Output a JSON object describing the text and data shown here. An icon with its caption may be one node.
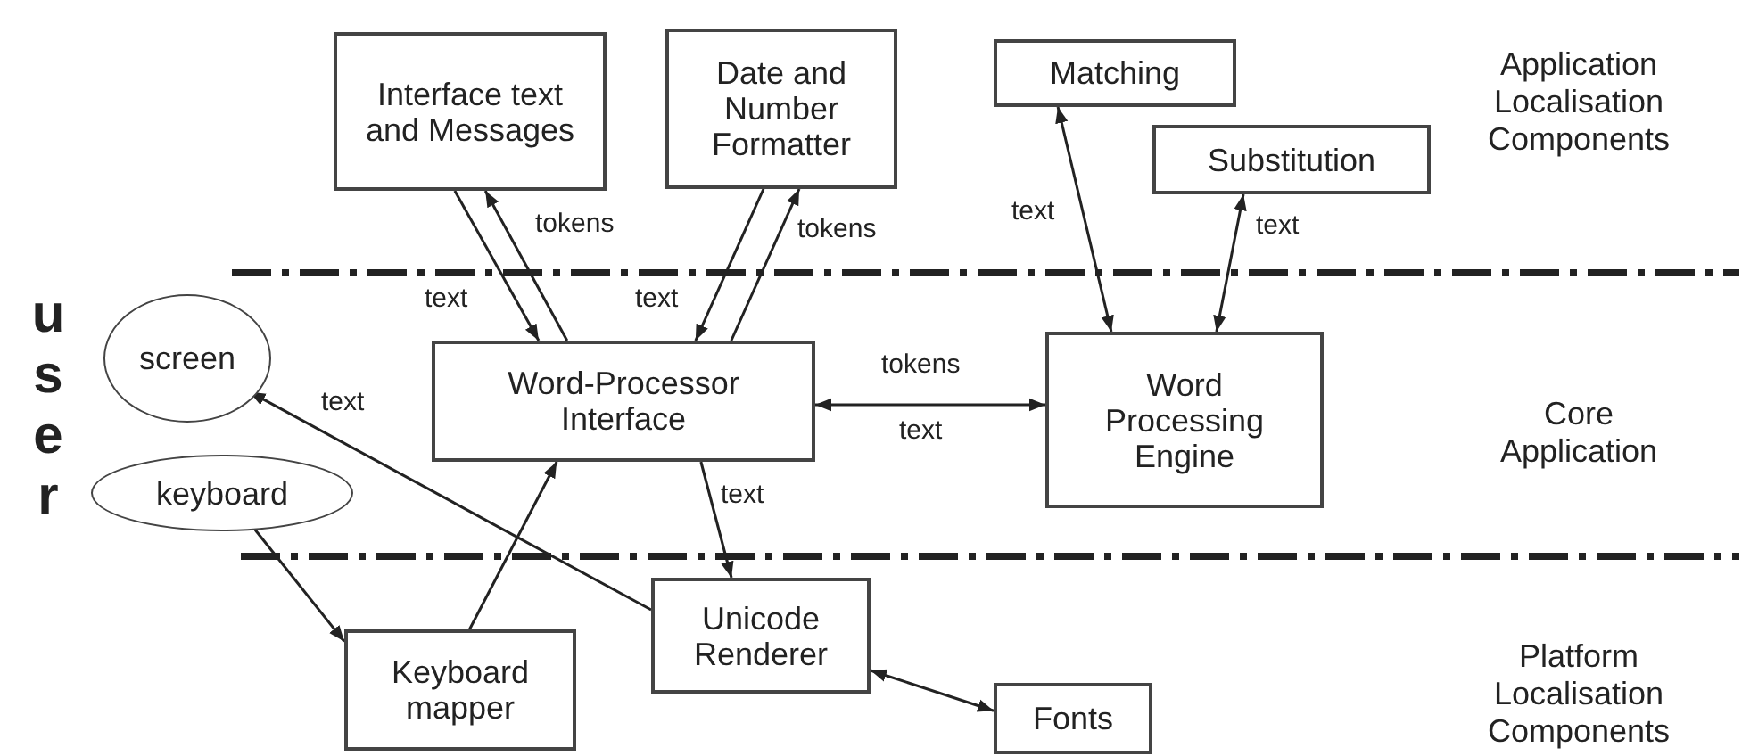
{
  "diagram": {
    "nodes": [
      {
        "text": [
          "Interface text and Messages"
        ]
      },
      {
        "text": [
          "Date and Number Formatter"
        ]
      },
      {
        "text": [
          "Matching"
        ]
      },
      {
        "text": [
          "Substitution"
        ]
      },
      {
        "text": [
          "screen"
        ]
      },
      {
        "text": [
          "Word-Processor Interface"
        ]
      },
      {
        "text": [
          "Word Processing Engine"
        ]
      },
      {
        "text": [
          "keyboard"
        ]
      },
      {
        "text": [
          "Unicode Renderer"
        ]
      },
      {
        "text": [
          "Keyboard mapper"
        ]
      },
      {
        "text": [
          "Fonts"
        ]
      }
    ],
    "edges": [
      {
        "from": 0,
        "to": 5,
        "arrow": "to",
        "label": "text"
      },
      {
        "from": 5,
        "to": 0,
        "arrow": "to",
        "label": "tokens"
      },
      {
        "from": 1,
        "to": 5,
        "arrow": "to",
        "label": "text"
      },
      {
        "from": 5,
        "to": 1,
        "arrow": "to",
        "label": "tokens"
      },
      {
        "from": 5,
        "to": 6,
        "arrow": "both",
        "label": "tokens"
      },
      {
        "from": 2,
        "to": 6,
        "arrow": "both",
        "label": "text"
      },
      {
        "from": 3,
        "to": 6,
        "arrow": "both",
        "label": "text"
      },
      {
        "from": 5,
        "to": 8,
        "arrow": "to",
        "label": "text"
      },
      {
        "from": 8,
        "to": 4,
        "arrow": "to",
        "label": "text"
      },
      {
        "from": 7,
        "to": 9,
        "arrow": "to"
      },
      {
        "from": 9,
        "to": 5,
        "arrow": "to"
      },
      {
        "from": 8,
        "to": 10,
        "arrow": "both"
      }
    ],
    "labels": [
      "Application Localisation Components",
      "user",
      "text",
      "Core Application",
      "Platform Localisation Components"
    ]
  }
}
